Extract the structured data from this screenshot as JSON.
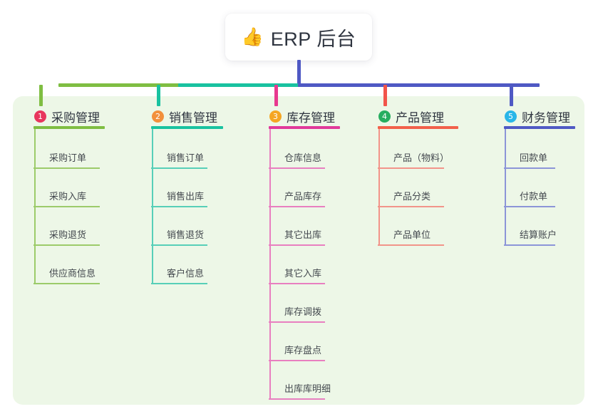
{
  "title": {
    "emoji": "👍",
    "emoji_name": "thumbs-up-icon",
    "text": "ERP 后台"
  },
  "palette": {
    "background": "#ffffff",
    "panel": "#edf7e7",
    "stem": "#4f59c4",
    "text": "#2f3540",
    "leaf_text": "#44494f"
  },
  "columns": [
    {
      "number": "1",
      "title": "采购管理",
      "badge_color": "#e8365d",
      "rule_color": "#7fbe42",
      "line_color": "#9ccb6a",
      "drop_color": "#7fbe42",
      "items": [
        {
          "label": "采购订单"
        },
        {
          "label": "采购入库"
        },
        {
          "label": "采购退货"
        },
        {
          "label": "供应商信息"
        }
      ]
    },
    {
      "number": "2",
      "title": "销售管理",
      "badge_color": "#f2903c",
      "rule_color": "#19c2a0",
      "line_color": "#57cfb8",
      "drop_color": "#19c2a0",
      "items": [
        {
          "label": "销售订单"
        },
        {
          "label": "销售出库"
        },
        {
          "label": "销售退货"
        },
        {
          "label": "客户信息"
        }
      ]
    },
    {
      "number": "3",
      "title": "库存管理",
      "badge_color": "#f5a623",
      "rule_color": "#e0399a",
      "line_color": "#e87fc0",
      "drop_color": "#e8398f",
      "items": [
        {
          "label": "仓库信息"
        },
        {
          "label": "产品库存"
        },
        {
          "label": "其它出库"
        },
        {
          "label": "其它入库"
        },
        {
          "label": "库存调拨"
        },
        {
          "label": "库存盘点"
        },
        {
          "label": "出库库明细"
        }
      ]
    },
    {
      "number": "4",
      "title": "产品管理",
      "badge_color": "#27ae60",
      "rule_color": "#f2604a",
      "line_color": "#f2948a",
      "drop_color": "#f2544a",
      "items": [
        {
          "label": "产品（物料）"
        },
        {
          "label": "产品分类"
        },
        {
          "label": "产品单位"
        }
      ]
    },
    {
      "number": "5",
      "title": "财务管理",
      "badge_color": "#29b6e8",
      "rule_color": "#4f59c4",
      "line_color": "#8c95d8",
      "drop_color": "#4f59c4",
      "items": [
        {
          "label": "回款单"
        },
        {
          "label": "付款单"
        },
        {
          "label": "结算账户"
        }
      ]
    }
  ]
}
